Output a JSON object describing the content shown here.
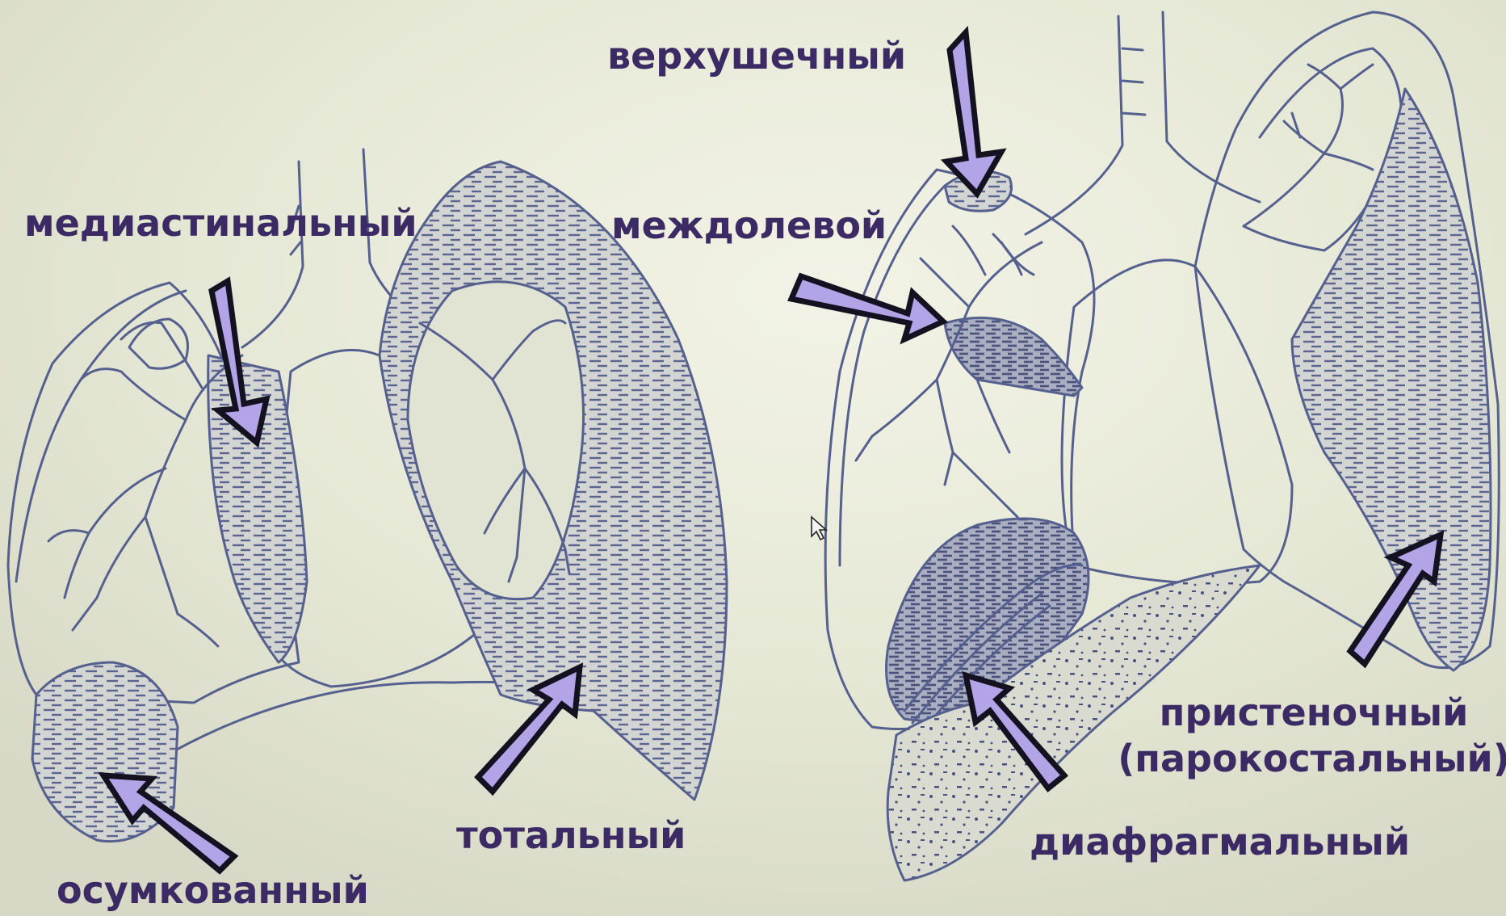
{
  "labels": {
    "apical": "верхушечный",
    "mediastinal": "медиастинальный",
    "interlobar": "междолевой",
    "total": "тотальный",
    "encysted": "осумкованный",
    "diaphragmatic": "диафрагмальный",
    "parietal_line1": "пристеночный",
    "parietal_line2": "(парокостальный)"
  },
  "colors": {
    "background": "#e4e6d4",
    "outline": "#55608e",
    "label_text": "#3b2a63",
    "arrow_fill": "#b2a4e6",
    "arrow_edge": "#141220",
    "effusion_hatch": "#5c658f"
  },
  "icons": {
    "cursor": "mouse-pointer-icon"
  }
}
